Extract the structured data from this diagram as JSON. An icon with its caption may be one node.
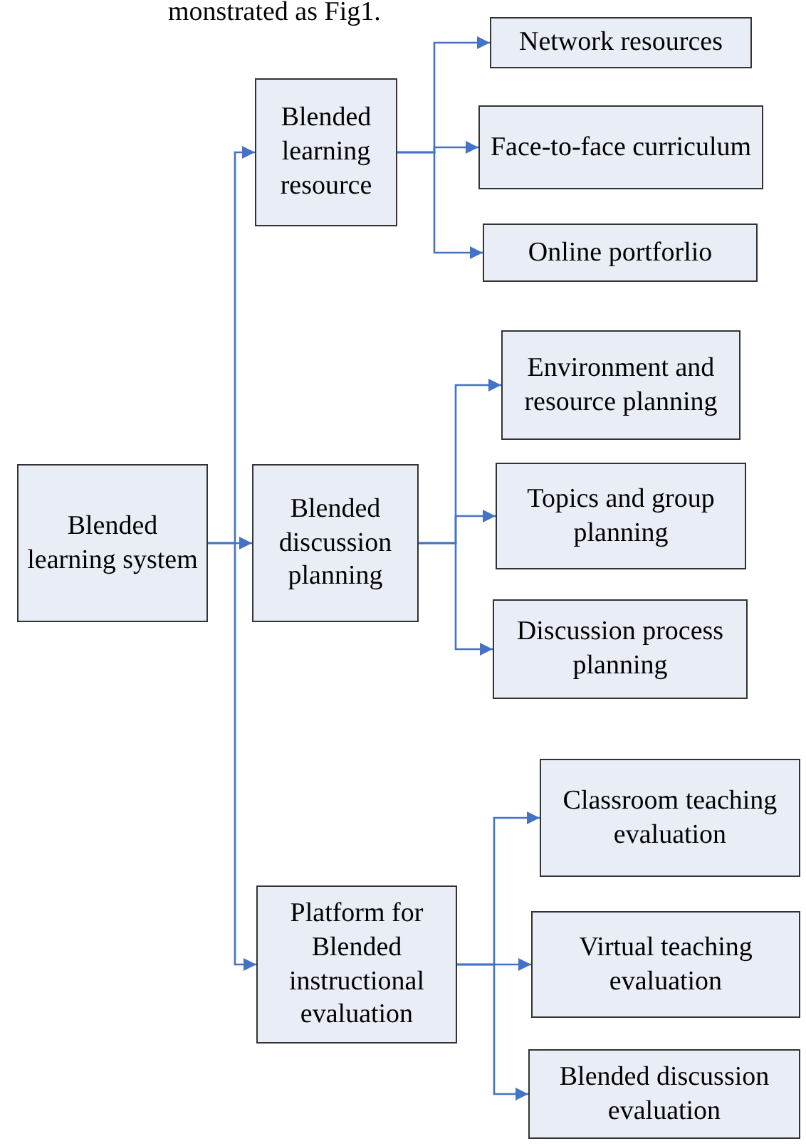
{
  "diagram": {
    "nodes": [
      {
        "text": [
          "Blended learning system"
        ]
      },
      {
        "text": [
          "Blended learning resource"
        ]
      },
      {
        "text": [
          "Network resources"
        ]
      },
      {
        "text": [
          "Face-to-face curriculum"
        ]
      },
      {
        "text": [
          "Online portforlio"
        ]
      },
      {
        "text": [
          "Blended discussion planning"
        ]
      },
      {
        "text": [
          "Environment and resource planning"
        ]
      },
      {
        "text": [
          "Topics and group planning"
        ]
      },
      {
        "text": [
          "Discussion process planning"
        ]
      },
      {
        "text": [
          "Platform for Blended instructional evaluation"
        ]
      },
      {
        "text": [
          "Classroom teaching evaluation"
        ]
      },
      {
        "text": [
          "Virtual teaching evaluation"
        ]
      },
      {
        "text": [
          "Blended discussion evaluation"
        ]
      }
    ],
    "edges": [
      {
        "from": 0,
        "to": 1,
        "arrow": "to"
      },
      {
        "from": 0,
        "to": 5,
        "arrow": "to"
      },
      {
        "from": 0,
        "to": 9,
        "arrow": "to"
      },
      {
        "from": 1,
        "to": 2,
        "arrow": "to"
      },
      {
        "from": 1,
        "to": 3,
        "arrow": "to"
      },
      {
        "from": 1,
        "to": 4,
        "arrow": "to"
      },
      {
        "from": 5,
        "to": 6,
        "arrow": "to"
      },
      {
        "from": 5,
        "to": 7,
        "arrow": "to"
      },
      {
        "from": 5,
        "to": 8,
        "arrow": "to"
      },
      {
        "from": 9,
        "to": 10,
        "arrow": "to"
      },
      {
        "from": 9,
        "to": 11,
        "arrow": "to"
      },
      {
        "from": 9,
        "to": 12,
        "arrow": "to"
      }
    ],
    "labels": [
      "monstrated as Fig1."
    ]
  }
}
